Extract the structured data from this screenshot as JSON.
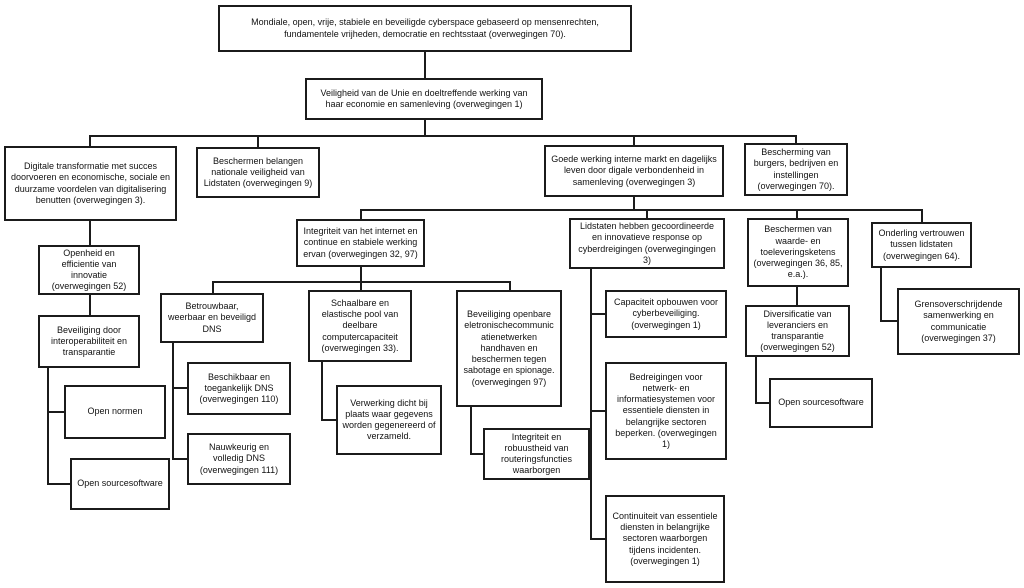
{
  "diagram": {
    "background_color": "#ffffff",
    "line_color": "#1b1b1b",
    "nodes": {
      "root": {
        "label": "Mondiale, open, vrije, stabiele en beveiligde cyberspace gebaseerd op mensenrechten, fundamentele vrijheden, democratie en rechtsstaat (overwegingen 70)."
      },
      "unie": {
        "label": "Veiligheid van de Unie en doeltreffende werking van haar economie en samenleving (overwegingen 1)"
      },
      "digitale": {
        "label": "Digitale transformatie met succes doorvoeren en economische, sociale en duurzame voordelen van digitalisering benutten (overwegingen 3)."
      },
      "nationale": {
        "label": "Beschermen belangen nationale veiligheid van Lidstaten (overwegingen 9)"
      },
      "interne_markt": {
        "label": "Goede werking interne markt en dagelijks leven door digale verbondenheid in samenleving (overwegingen 3)"
      },
      "burgers": {
        "label": "Bescherming van burgers, bedrijven en instellingen (overwegingen 70)."
      },
      "openheid": {
        "label": "Openheid en efficientie van innovatie (overwegingen 52)"
      },
      "beveiliging_interop": {
        "label": "Beveiliging door interoperabiliteit en transparantie"
      },
      "open_normen": {
        "label": "Open normen"
      },
      "open_source_links": {
        "label": "Open sourcesoftware"
      },
      "integriteit_internet": {
        "label": "Integriteit van het internet en continue en stabiele werking ervan (overwegingen 32, 97)"
      },
      "lidstaten_response": {
        "label": "Lidstaten hebben gecoordineerde en innovatieve response op cyberdreigingen (overwegingingen 3)"
      },
      "waarde_ketens": {
        "label": "Beschermen van waarde- en toeleveringsketens (overwegingen 36, 85, e.a.)."
      },
      "onderling_vertrouwen": {
        "label": "Onderling vertrouwen tussen lidstaten (overwegingen 64)."
      },
      "betrouwbaar_dns": {
        "label": "Betrouwbaar, weerbaar en beveiligd DNS"
      },
      "beschikbaar_dns": {
        "label": "Beschikbaar en toegankelijk DNS (overwegingen 110)"
      },
      "nauwkeurig_dns": {
        "label": "Nauwkeurig en volledig DNS (overwegingen 111)"
      },
      "schaalbare_pool": {
        "label": "Schaalbare en elastische pool van deelbare computercapaciteit (overwegingen 33)."
      },
      "verwerking": {
        "label": "Verwerking dicht bij plaats waar gegevens worden gegenereerd of verzameld."
      },
      "beveiliging_openbare": {
        "label": "Beveiliging openbare eletronischecommunicatienetwerken handhaven en beschermen tegen sabotage en spionage. (overwegingen 97)"
      },
      "integriteit_routering": {
        "label": "Integriteit en robuustheid van routeringsfuncties waarborgen"
      },
      "capaciteit": {
        "label": "Capaciteit opbouwen voor cyberbeveiliging. (overwegingen 1)"
      },
      "bedreigingen": {
        "label": "Bedreigingen voor netwerk- en informatiesystemen voor essentiele diensten in belangrijke sectoren beperken. (overwegingen 1)"
      },
      "continuiteit": {
        "label": "Continuiteit van essentiele diensten in belangrijke sectoren waarborgen tijdens incidenten. (overwegingen 1)"
      },
      "diversificatie": {
        "label": "Diversificatie van leveranciers en transparantie (overwegingen 52)"
      },
      "open_source_rechts": {
        "label": "Open sourcesoftware"
      },
      "grensoverschrijdend": {
        "label": "Grensoverschrijdende samenwerking en communicatie (overwegingen 37)"
      }
    }
  }
}
